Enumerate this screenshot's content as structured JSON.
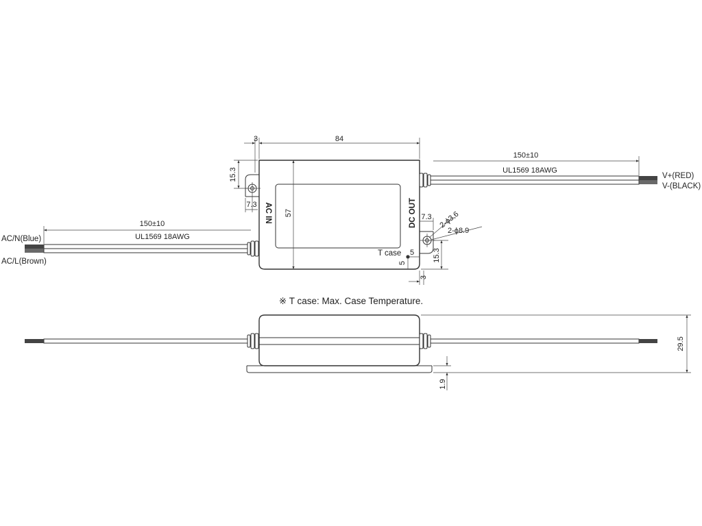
{
  "top_view": {
    "dim_case_length": "84",
    "dim_flange_width": "3",
    "dim_hole_height_left": "15.3",
    "dim_hole_offset_left": "7.3",
    "dim_case_height": "57",
    "dim_input_wire_length": "150±10",
    "dim_output_wire_length": "150±10",
    "input_wire_spec": "UL1569 18AWG",
    "output_wire_spec": "UL1569 18AWG",
    "input_label": "AC IN",
    "output_label": "DC OUT",
    "input_wire_neutral": "AC/N(Blue)",
    "input_wire_line": "AC/L(Brown)",
    "output_wire_positive": "V+(RED)",
    "output_wire_negative": "V-(BLACK)",
    "dim_hole_offset_right": "7.3",
    "dim_hole_height_right": "15.3",
    "dim_flange_width_right": "3",
    "hole_small_dia": "2-ϕ3.6",
    "hole_large_dia": "2-ϕ8.9",
    "tcase_label": "T case",
    "tcase_dim_x": "5",
    "tcase_dim_y": "5"
  },
  "note": "※ T case: Max. Case Temperature.",
  "side_view": {
    "dim_total_height": "29.5",
    "dim_flange_thickness": "1.9"
  }
}
